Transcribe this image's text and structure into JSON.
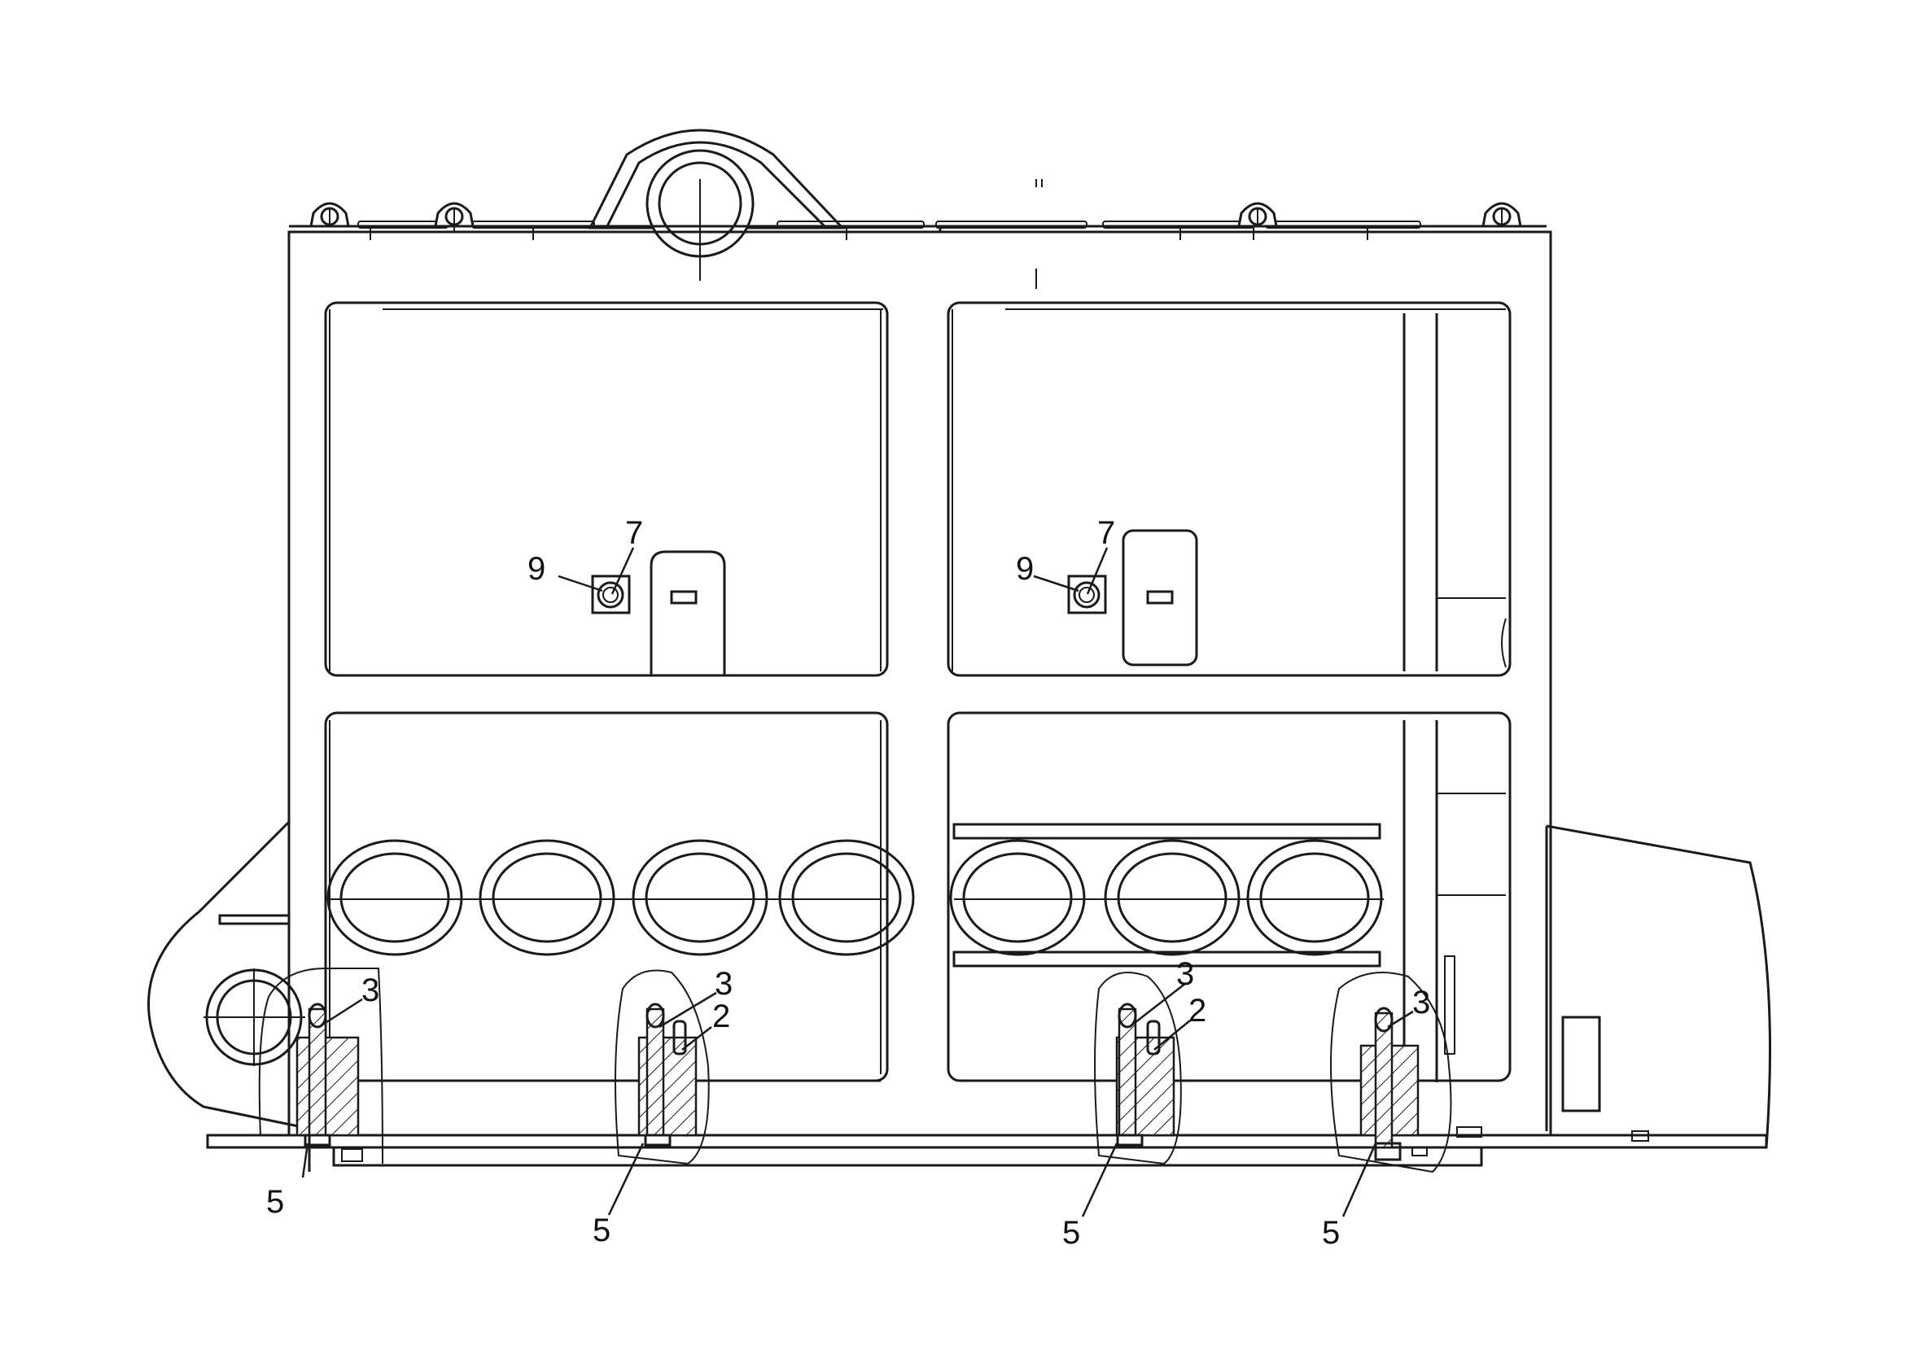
{
  "drawing": {
    "callouts": [
      {
        "id": "c9a",
        "label": "9"
      },
      {
        "id": "c7a",
        "label": "7"
      },
      {
        "id": "c9b",
        "label": "9"
      },
      {
        "id": "c7b",
        "label": "7"
      },
      {
        "id": "c3a",
        "label": "3"
      },
      {
        "id": "c5a",
        "label": "5"
      },
      {
        "id": "c3b",
        "label": "3"
      },
      {
        "id": "c2b",
        "label": "2"
      },
      {
        "id": "c5b",
        "label": "5"
      },
      {
        "id": "c3c",
        "label": "3"
      },
      {
        "id": "c2c",
        "label": "2"
      },
      {
        "id": "c5c",
        "label": "5"
      },
      {
        "id": "c3d",
        "label": "3"
      },
      {
        "id": "c5d",
        "label": "5"
      }
    ]
  }
}
